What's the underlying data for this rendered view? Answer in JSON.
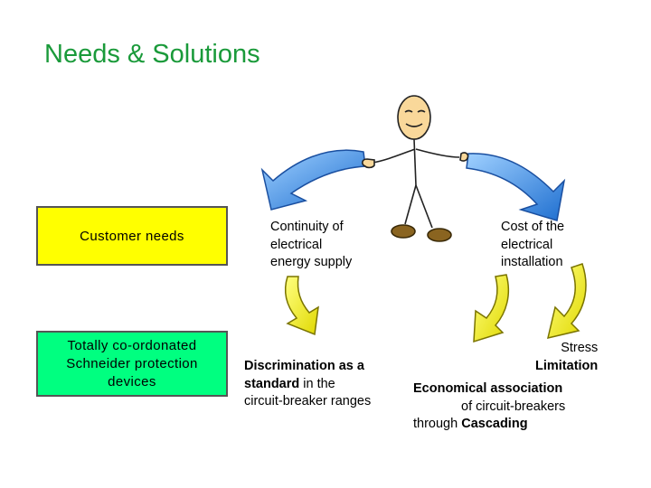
{
  "title": "Needs & Solutions",
  "left": {
    "needs": "Customer needs",
    "devices": [
      "Totally co-ordonated",
      "Schneider protection",
      "devices"
    ]
  },
  "needs": {
    "continuity": [
      "Continuity of",
      "electrical",
      "energy supply"
    ],
    "cost": [
      "Cost of the",
      "electrical",
      "installation"
    ]
  },
  "solutions": {
    "discrimination": {
      "bold_1": "Discrimination as a",
      "bold_2": "standard",
      "rest_2": " in the",
      "line_3": "circuit-breaker ranges"
    },
    "stress": [
      "Stress",
      "Limitation"
    ],
    "economical": {
      "bold_1": "Economical association",
      "line_2": "of circuit-breakers",
      "prefix_3": "through ",
      "bold_3": "Cascading"
    }
  },
  "colors": {
    "title": "#1a9a3a",
    "needs_box": "#ffff00",
    "devices_box": "#00ff80",
    "blue_arrow": "#1f86e0",
    "yellow_arrow": "#f2ef1a"
  },
  "icons": [
    "stick-figure",
    "blue-arrow-left",
    "blue-arrow-right",
    "yellow-arrow"
  ]
}
